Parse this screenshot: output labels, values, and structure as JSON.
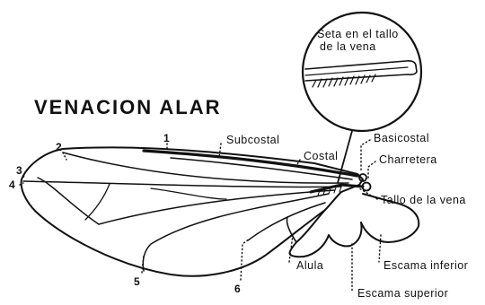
{
  "title": "VENACION ALAR",
  "inset": {
    "line1": "Seta en el tallo",
    "line2": "de la vena"
  },
  "labels": {
    "subcostal": "Subcostal",
    "costal": "Costal",
    "basicostal": "Basicostal",
    "charretera": "Charretera",
    "tallo": "Tallo de la vena",
    "escama_inferior": "Escama inferior",
    "escama_superior": "Escama superior",
    "alula": "Alula"
  },
  "numbers": {
    "n1": "1",
    "n2": "2",
    "n3": "3",
    "n4": "4",
    "n5": "5",
    "n6": "6"
  }
}
